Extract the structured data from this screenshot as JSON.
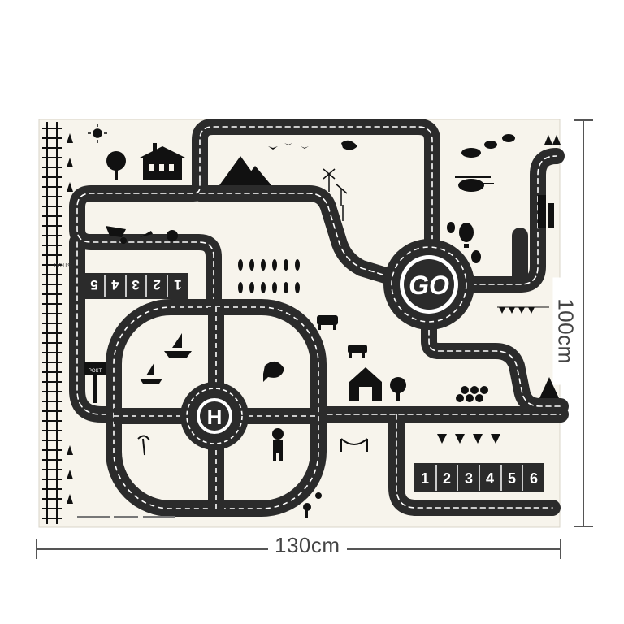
{
  "product": {
    "width_label": "130cm",
    "height_label": "100cm"
  },
  "mat": {
    "roundabout_text": "GO",
    "helipad_text": "H",
    "post_sign": "POST",
    "start_text": "STRAT",
    "numbers_left": [
      "5",
      "4",
      "3",
      "2",
      "1"
    ],
    "numbers_right": [
      "1",
      "2",
      "3",
      "4",
      "5",
      "6"
    ],
    "colors": {
      "mat": "#f7f4ec",
      "road": "#2b2b2b",
      "dash": "#ffffff",
      "ink": "#111111",
      "dimension_line": "#555555"
    }
  }
}
